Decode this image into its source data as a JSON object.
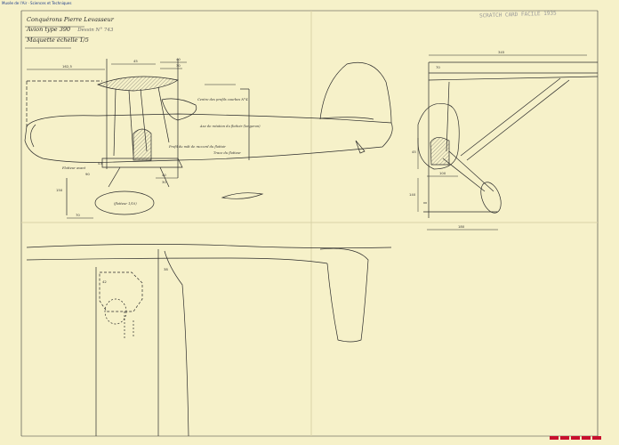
{
  "header": {
    "archive_label": "Musée de l'Air · Sciences et Techniques",
    "stamp": "SCRATCH CARD FACILE 1935"
  },
  "drawing": {
    "title_line1": "Conquérons Pierre Levasseur",
    "title_line2": "Avion type 390",
    "title_ref": "Dessin N° 743",
    "title_line3": "Maquette échelle 1/5"
  },
  "annotations": {
    "profile_center": "Centre des profils courbes N°4",
    "flap_axis": "Axe de rotation du flottoir (longeron)",
    "bracing_profile": "Profil du mât de raccord du flottoir",
    "float_track": "Trace du flotteur",
    "float_label": "Flotteur avant",
    "float_detail": "(flotteur 1/10)"
  },
  "dimensions": {
    "span_left": "162,5",
    "d1": "45",
    "d2": "40",
    "d3": "30",
    "d4": "90",
    "d5": "53",
    "d6": "150",
    "d7": "40",
    "d8": "30",
    "d9": "70",
    "front_span": "345",
    "front_w1": "70",
    "front_h": "45",
    "front_w2": "100",
    "front_h2": "140",
    "front_base": "180",
    "plan_d1": "42",
    "plan_d2": "38"
  },
  "colors": {
    "paper": "#f6f1c9",
    "ink": "#2b2b2b",
    "stamp": "#9a9a9a",
    "swatch": "#c8102e"
  }
}
